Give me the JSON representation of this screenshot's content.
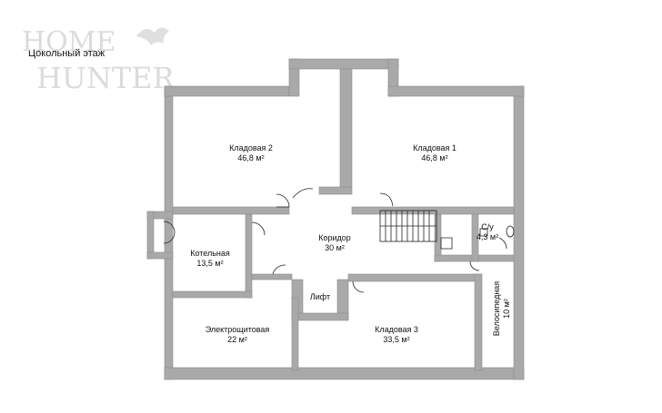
{
  "title": "Цокольный этаж",
  "watermark": {
    "line1": "HOME",
    "line2": "HUNTER"
  },
  "colors": {
    "wall": "#a9a9a9",
    "wall_stroke": "#8c8c8c",
    "line": "#222222",
    "background": "#ffffff"
  },
  "rooms": [
    {
      "id": "storage-2",
      "name": "Кладовая 2",
      "area": "46,8 м²"
    },
    {
      "id": "storage-1",
      "name": "Кладовая 1",
      "area": "46,8 м²"
    },
    {
      "id": "corridor",
      "name": "Коридор",
      "area": "30 м²"
    },
    {
      "id": "boiler",
      "name": "Котельная",
      "area": "13,5 м²"
    },
    {
      "id": "wc",
      "name": "С/у",
      "area": "4,3 м²"
    },
    {
      "id": "lift",
      "name": "Лифт",
      "area": ""
    },
    {
      "id": "electrical",
      "name": "Электрощитовая",
      "area": "22 м²"
    },
    {
      "id": "storage-3",
      "name": "Кладовая 3",
      "area": "33,5 м²"
    },
    {
      "id": "bicycle",
      "name": "Велосипедная",
      "area": "10 м²"
    }
  ]
}
